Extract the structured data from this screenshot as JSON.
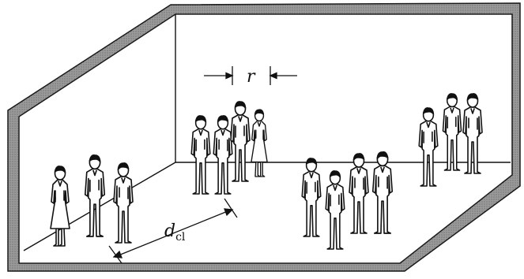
{
  "labels": {
    "r": "r",
    "d_main": "d",
    "d_sub": "cl"
  },
  "colors": {
    "frame": "#8a8a8a",
    "frame_edge": "#1a1a1a",
    "ink": "#111111",
    "paper": "#ffffff"
  }
}
